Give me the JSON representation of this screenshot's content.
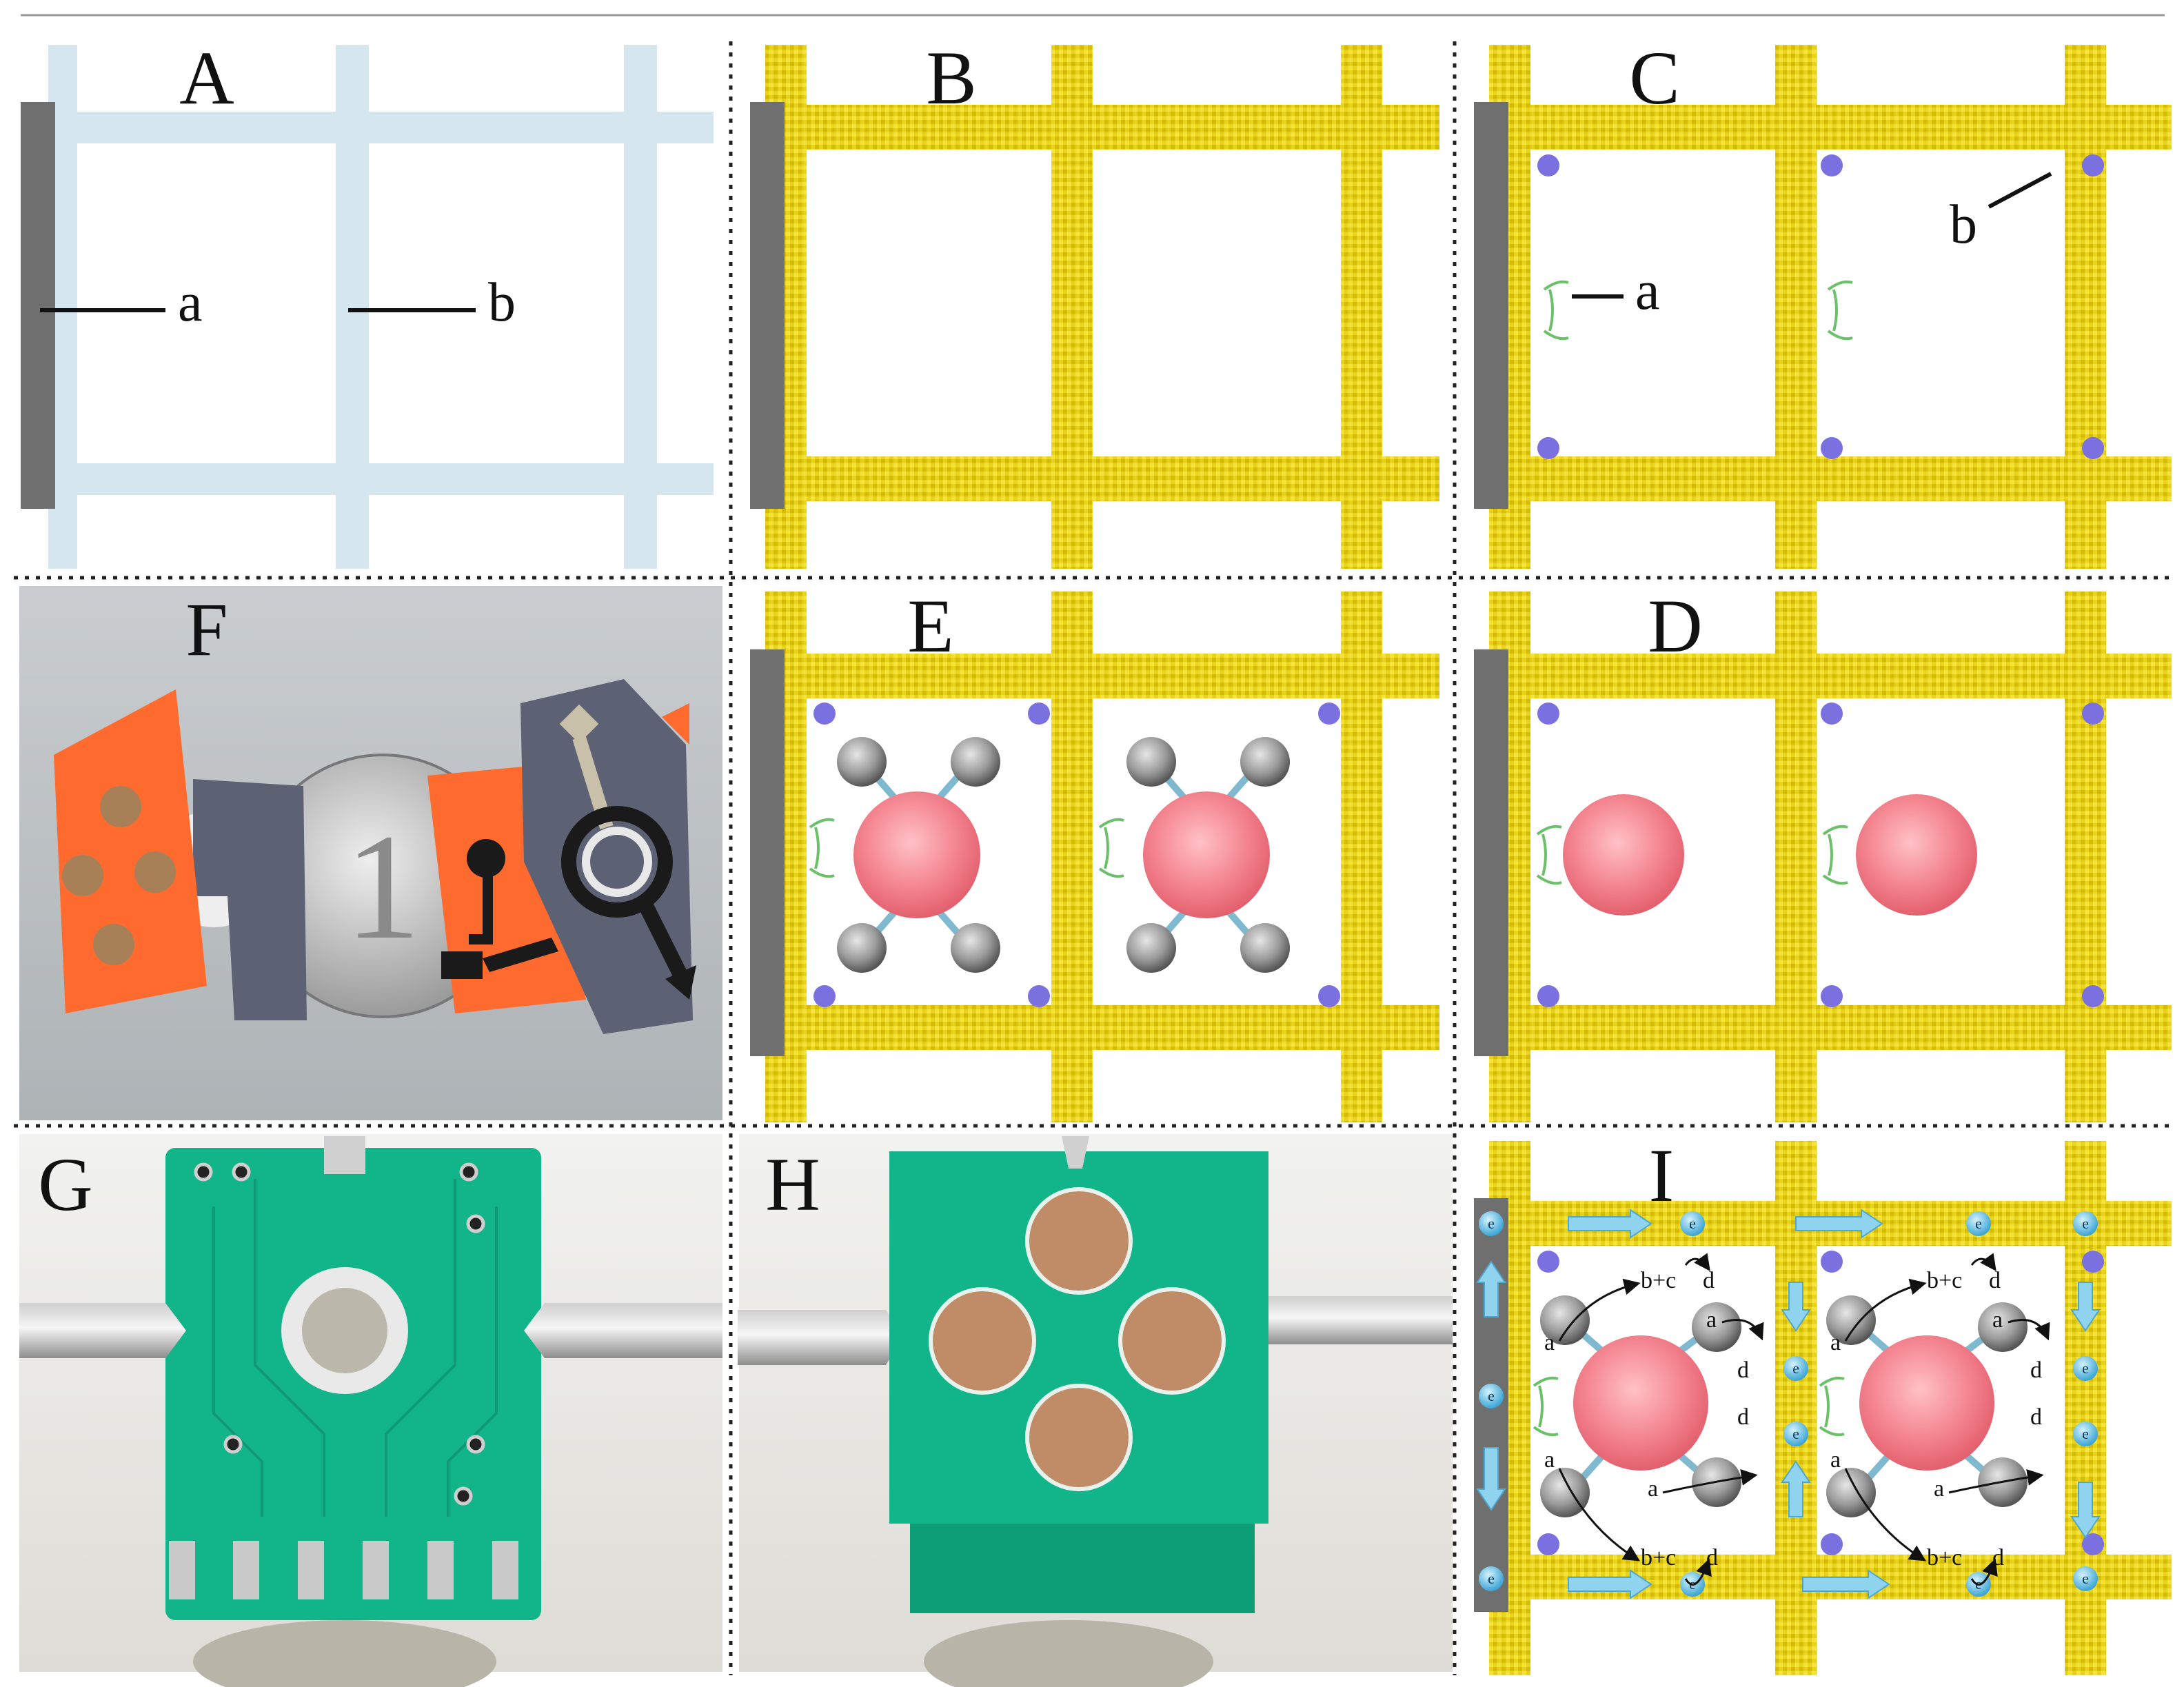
{
  "panels": {
    "A": {
      "letter": "A",
      "callouts": [
        "a",
        "b"
      ]
    },
    "B": {
      "letter": "B"
    },
    "C": {
      "letter": "C",
      "callouts": [
        "a",
        "b"
      ]
    },
    "D": {
      "letter": "D"
    },
    "E": {
      "letter": "E"
    },
    "F": {
      "letter": "F"
    },
    "G": {
      "letter": "G"
    },
    "H": {
      "letter": "H"
    },
    "I": {
      "letter": "I"
    }
  },
  "reaction_labels": {
    "a": "a",
    "bc": "b+c",
    "d": "d",
    "e": "e"
  },
  "colors": {
    "gold": "#e8d21a",
    "gold_dark": "#b9a300",
    "electrode": "#6f6f6f",
    "light_blue": "#d5e6ef",
    "pcb_green": "#12b48a",
    "cell_pink": "#f27f8a",
    "dot_purple": "#7b70e0",
    "electron_blue": "#7fd0ee",
    "arrow_blue": "#8fd3ef",
    "orange_paper": "#ff6a2e",
    "grey_paper": "#5c6274"
  }
}
